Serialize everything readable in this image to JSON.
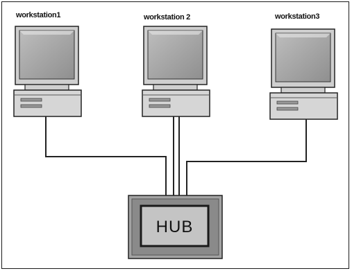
{
  "workstations": [
    {
      "label": "workstation1"
    },
    {
      "label": "workstation 2"
    },
    {
      "label": "workstation3"
    }
  ],
  "hub": {
    "label": "HUB"
  },
  "colors": {
    "monitor_bezel": "#c9c9c9",
    "screen": "#a9a9a9",
    "case": "#d4d4d4",
    "hub_outer": "#999999",
    "hub_inner": "#c2c2c2",
    "cable": "#222222"
  }
}
